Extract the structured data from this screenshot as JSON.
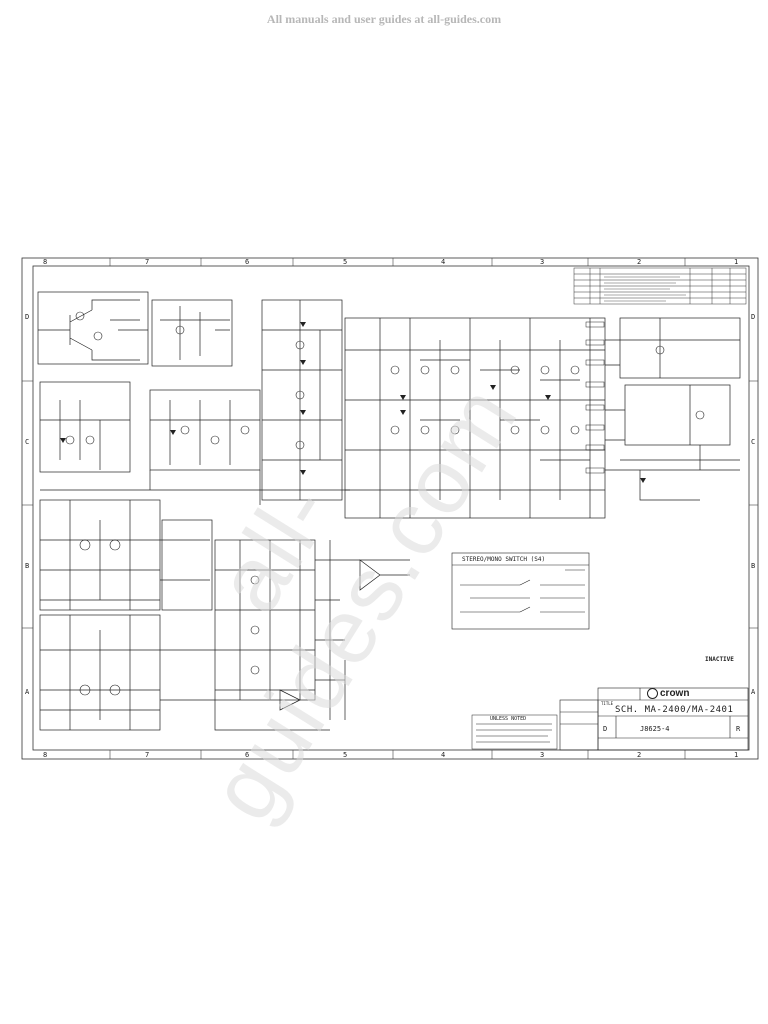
{
  "banner": "All manuals and user guides at all-guides.com",
  "watermark": "all-guides.com",
  "border": {
    "columns": [
      "8",
      "7",
      "6",
      "5",
      "4",
      "3",
      "2",
      "1"
    ],
    "rows": [
      "D",
      "C",
      "B",
      "A"
    ]
  },
  "title_block": {
    "brand": "crown",
    "title_label": "TITLE",
    "title": "SCH.  MA-2400/MA-2401",
    "size": "D",
    "drawing_no": "J8625-4",
    "rev": "R"
  },
  "stamp": "INACTIVE",
  "stereo_switch_label": "STEREO/MONO SWITCH (S4)",
  "unless_noted_label": "UNLESS NOTED"
}
